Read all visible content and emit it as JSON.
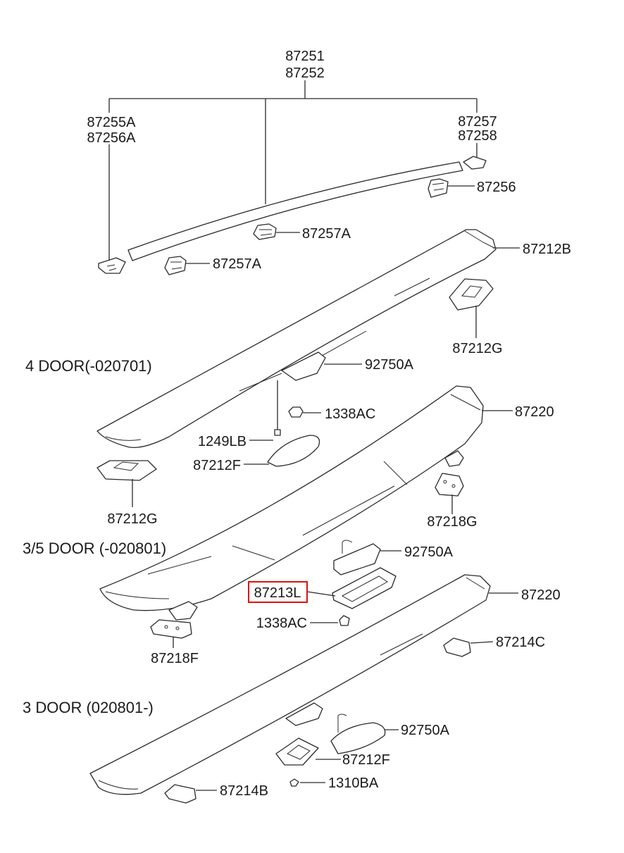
{
  "labels": {
    "p87251": "87251",
    "p87252": "87252",
    "p87255A": "87255A",
    "p87256A": "87256A",
    "p87257": "87257",
    "p87258": "87258",
    "p87256": "87256",
    "p87257A_1": "87257A",
    "p87257A_2": "87257A",
    "p87212B": "87212B",
    "p87212G_1": "87212G",
    "p92750A_1": "92750A",
    "p1338AC_1": "1338AC",
    "p1249LB": "1249LB",
    "p87212F_1": "87212F",
    "p87220_1": "87220",
    "p87212G_2": "87212G",
    "p87218G": "87218G",
    "p92750A_2": "92750A",
    "p87213L": "87213L",
    "p87220_2": "87220",
    "p1338AC_2": "1338AC",
    "p87218F": "87218F",
    "p87214C": "87214C",
    "p92750A_3": "92750A",
    "p87212F_2": "87212F",
    "p1310BA": "1310BA",
    "p87214B": "87214B"
  },
  "sections": {
    "door4": "4 DOOR(-020701)",
    "door35": "3/5 DOOR (-020801)",
    "door3": "3 DOOR (020801-)"
  },
  "highlight_color": "#e01010"
}
